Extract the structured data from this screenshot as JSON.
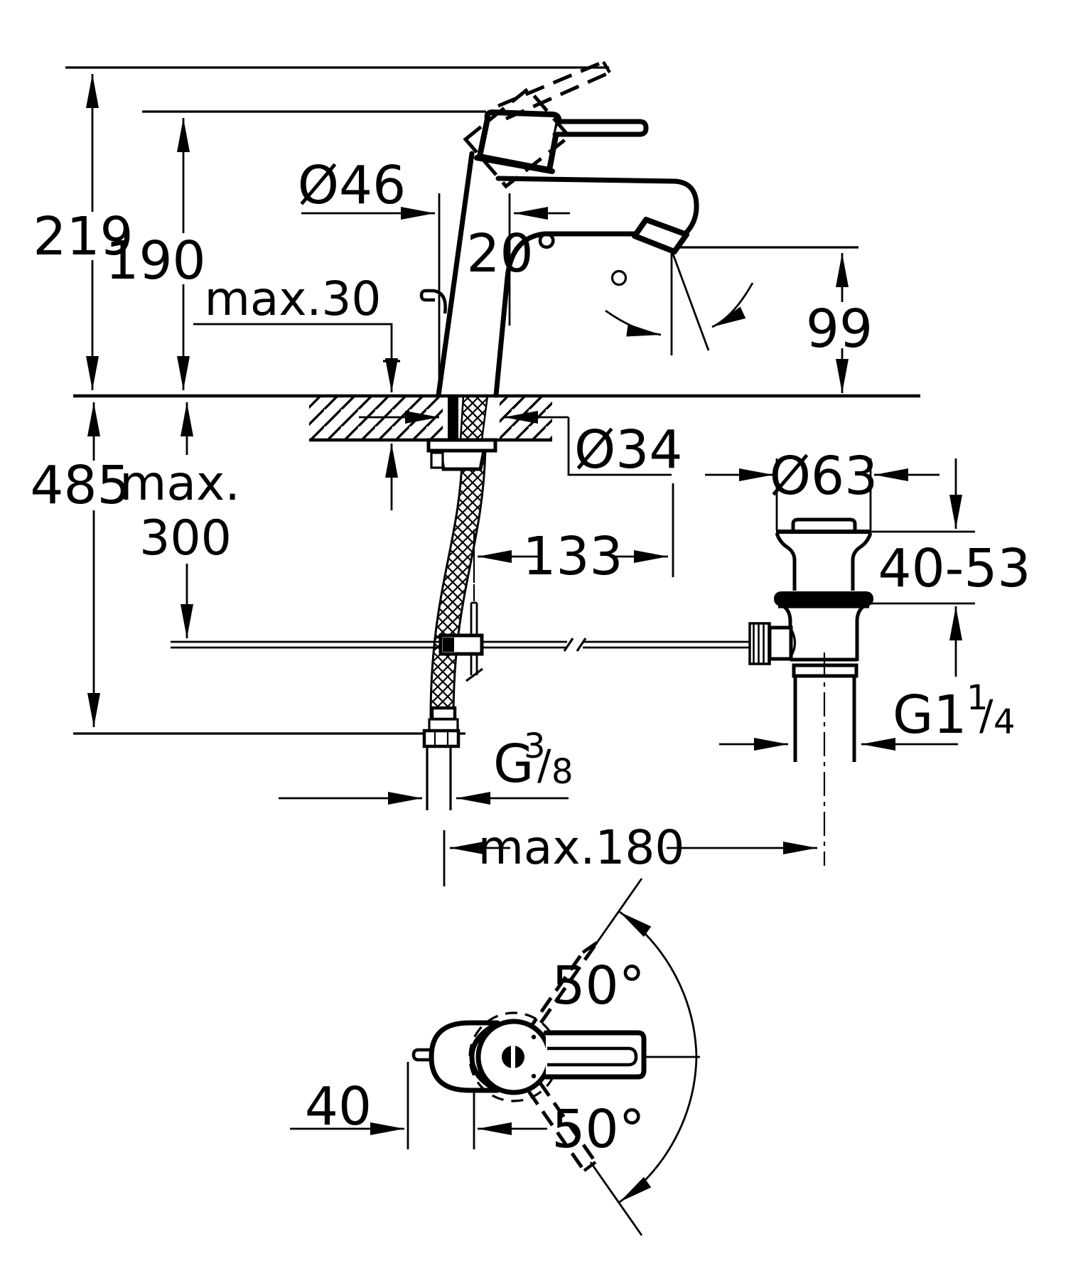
{
  "drawing": {
    "type": "faucet-installation-dimension-drawing",
    "colors": {
      "ink": "#000000",
      "paper": "#ffffff"
    },
    "side_view": {
      "height_overall": "219",
      "height_to_spout_body": "190",
      "body_diameter": "Ø46",
      "deck_thickness_max": "max.30",
      "spout_angle": "20°",
      "spout_outlet_height": "99",
      "hole_diameter": "Ø34",
      "hose_reach_max_word": "max.",
      "hose_reach_max_value": "300",
      "below_deck_length": "485",
      "rod_offset": "133",
      "supply_thread": {
        "base": "G",
        "sup": "3",
        "slash": "/",
        "sub": "8"
      },
      "center_distance_max": "max.180"
    },
    "drain_valve": {
      "flange_diameter": "Ø63",
      "clamping_range": "40-53",
      "waste_thread": {
        "base": "G1",
        "sup": "1",
        "slash": "/",
        "sub": "4"
      }
    },
    "top_view": {
      "handle_swing_up": "50°",
      "handle_swing_down": "50°",
      "pin_offset": "40"
    }
  }
}
